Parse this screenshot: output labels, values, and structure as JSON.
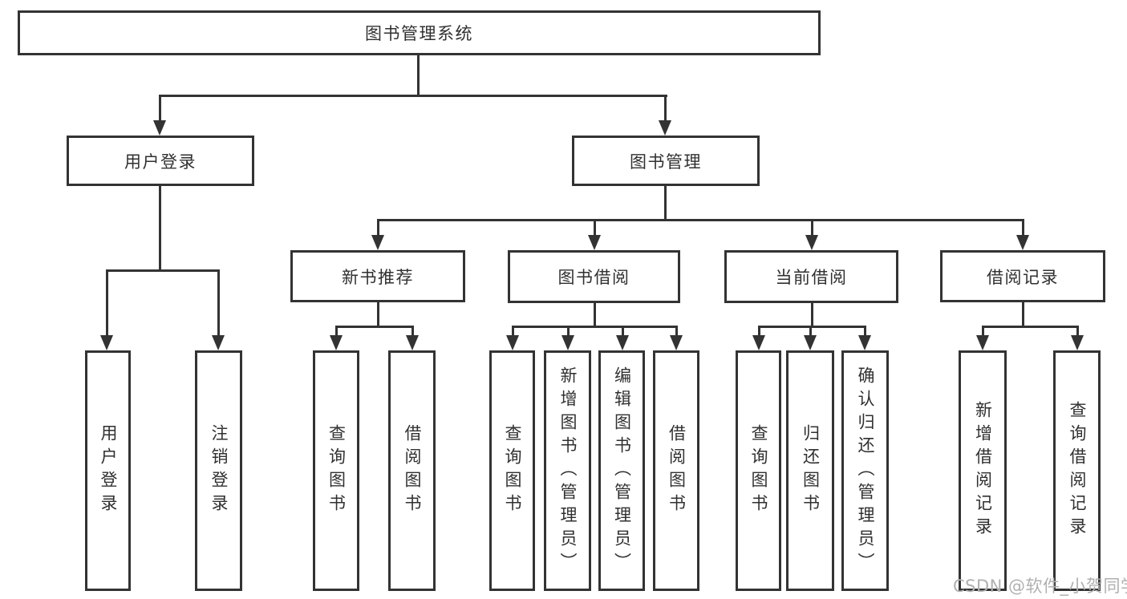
{
  "diagram_title": "图书管理系统",
  "colors": {
    "line": "#333333",
    "text": "#303030",
    "background": "#ffffff",
    "watermark": "#b0b0b0"
  },
  "tree": {
    "root": {
      "label": "图书管理系统"
    },
    "children": [
      {
        "label": "用户登录",
        "children": [
          {
            "label": "用户登录"
          },
          {
            "label": "注销登录"
          }
        ]
      },
      {
        "label": "图书管理",
        "children": [
          {
            "label": "新书推荐",
            "children": [
              {
                "label": "查询图书"
              },
              {
                "label": "借阅图书"
              }
            ]
          },
          {
            "label": "图书借阅",
            "children": [
              {
                "label": "查询图书"
              },
              {
                "label": "新增图书（管理员）"
              },
              {
                "label": "编辑图书（管理员）"
              },
              {
                "label": "借阅图书"
              }
            ]
          },
          {
            "label": "当前借阅",
            "children": [
              {
                "label": "查询图书"
              },
              {
                "label": "归还图书"
              },
              {
                "label": "确认归还（管理员）"
              }
            ]
          },
          {
            "label": "借阅记录",
            "children": [
              {
                "label": "新增借阅记录"
              },
              {
                "label": "查询借阅记录"
              }
            ]
          }
        ]
      }
    ]
  },
  "watermark": {
    "text": "CSDN @软件_小贺同学"
  }
}
